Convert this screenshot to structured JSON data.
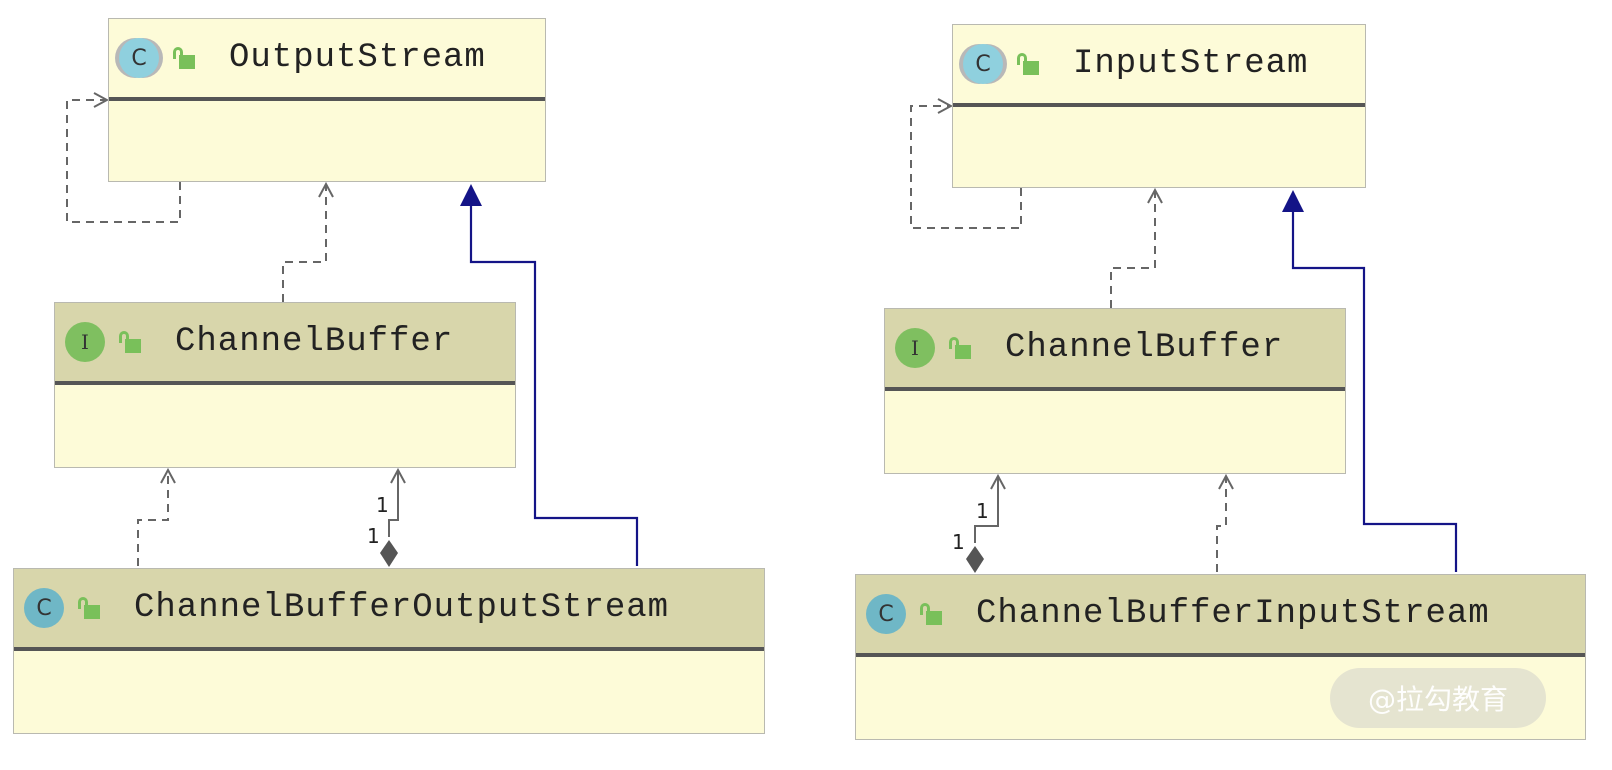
{
  "left": {
    "root": {
      "badge": "C",
      "name": "OutputStream"
    },
    "iface": {
      "badge": "I",
      "name": "ChannelBuffer"
    },
    "impl": {
      "badge": "C",
      "name": "ChannelBufferOutputStream"
    },
    "mult_top": "1",
    "mult_bottom": "1"
  },
  "right": {
    "root": {
      "badge": "C",
      "name": "InputStream"
    },
    "iface": {
      "badge": "I",
      "name": "ChannelBuffer"
    },
    "impl": {
      "badge": "C",
      "name": "ChannelBufferInputStream"
    },
    "mult_top": "1",
    "mult_bottom": "1"
  },
  "watermark": "@拉勾教育",
  "colors": {
    "box_fill": "#fdfbd8",
    "header_fill": "#d8d6ab",
    "inheritance_line": "#141487",
    "dependency_line": "#666666",
    "class_badge": "#6fb7c6",
    "interface_badge": "#7fbf60",
    "lock": "#79c05a"
  },
  "icons": [
    "class-icon",
    "interface-icon",
    "unlocked-padlock-icon",
    "diamond-composition-icon",
    "triangle-inheritance-icon"
  ]
}
